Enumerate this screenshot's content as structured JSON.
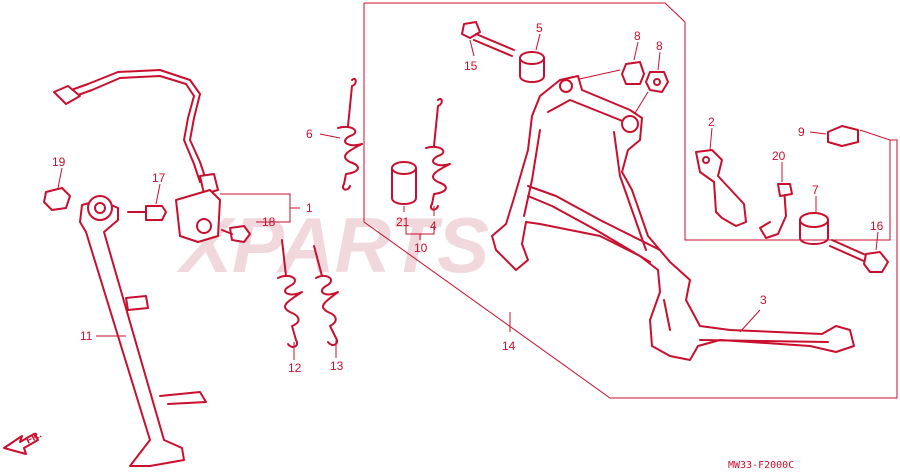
{
  "watermark": "XPARTS",
  "diagram_code": "MW33-F2000C",
  "direction_label": "FR.",
  "callouts": {
    "c1": "1",
    "c2": "2",
    "c3": "3",
    "c4": "4",
    "c5": "5",
    "c6": "6",
    "c7": "7",
    "c8a": "8",
    "c8b": "8",
    "c9": "9",
    "c10": "10",
    "c11": "11",
    "c12": "12",
    "c13": "13",
    "c14": "14",
    "c15": "15",
    "c16": "16",
    "c17": "17",
    "c18": "18",
    "c19": "19",
    "c20": "20",
    "c21": "21"
  },
  "colors": {
    "line": "#c8102e",
    "watermark": "#f1d8dc",
    "background": "#ffffff"
  }
}
